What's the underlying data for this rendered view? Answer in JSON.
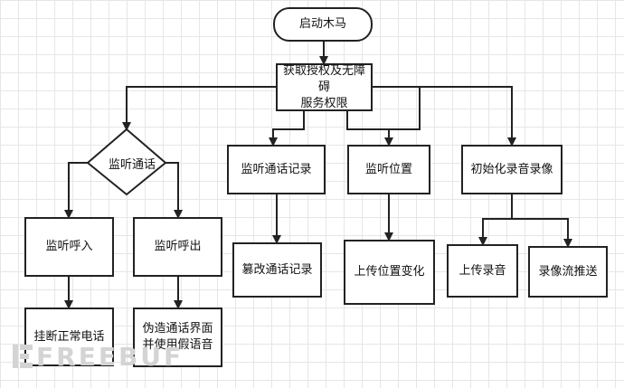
{
  "nodes": {
    "start": "启动木马",
    "permission": [
      "获取授权及无障碍",
      "服务权限"
    ],
    "listen_call": "监听通话",
    "listen_incoming": "监听呼入",
    "listen_outgoing": "监听呼出",
    "hang_up": "挂断正常电话",
    "fake_ui": [
      "伪造通话界面",
      "并使用假语音"
    ],
    "listen_call_log": "监听通话记录",
    "tamper_call_log": "篡改通话记录",
    "listen_location": "监听位置",
    "upload_location": "上传位置变化",
    "init_recording": "初始化录音录像",
    "upload_audio": "上传录音",
    "push_video": "录像流推送"
  },
  "watermark": "FREEBUF"
}
